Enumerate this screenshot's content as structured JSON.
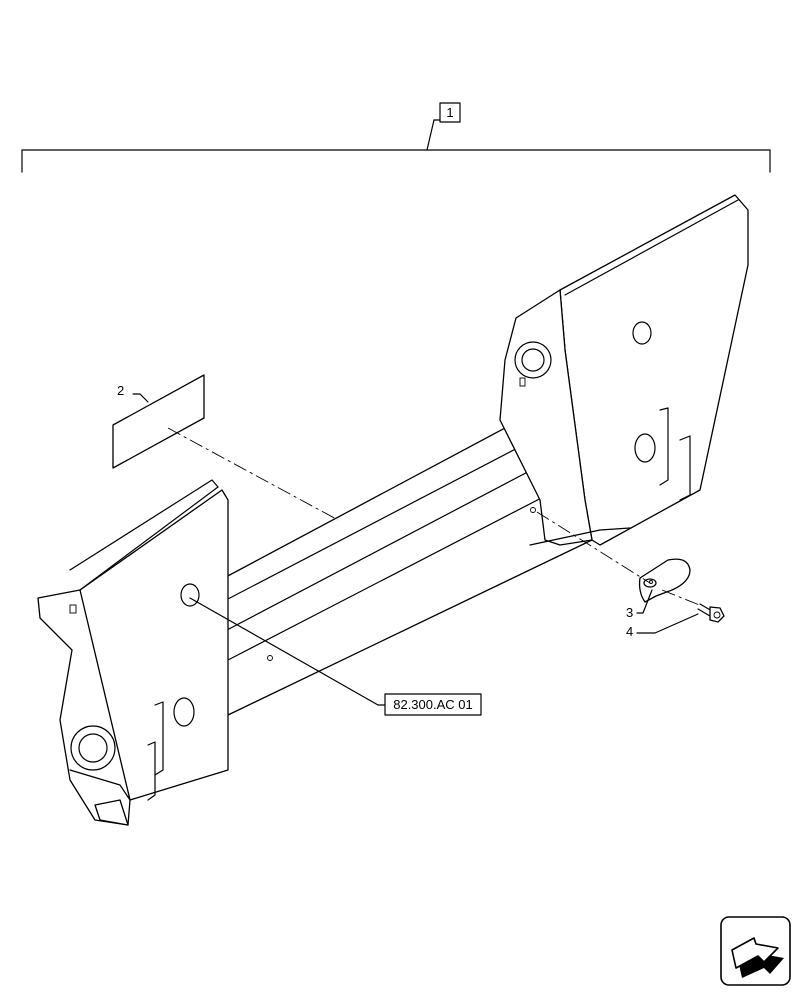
{
  "callouts": {
    "assembly": "1",
    "decal": "2",
    "clip": "3",
    "bolt": "4",
    "reference": "82.300.AC 01"
  },
  "icons": {
    "nav": "next-page-arrow-icon"
  }
}
